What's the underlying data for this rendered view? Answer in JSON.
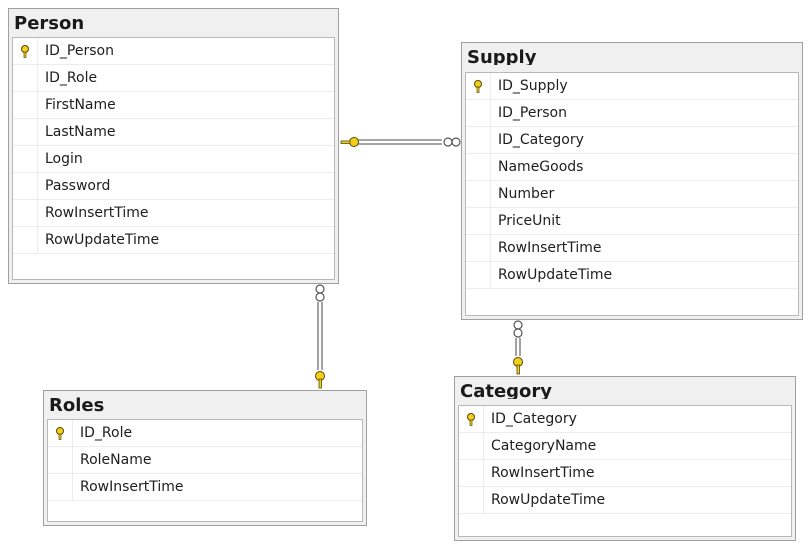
{
  "tables": {
    "person": {
      "title": "Person",
      "columns": [
        "ID_Person",
        "ID_Role",
        "FirstName",
        "LastName",
        "Login",
        "Password",
        "RowInsertTime",
        "RowUpdateTime"
      ],
      "primary_key": "ID_Person"
    },
    "supply": {
      "title": "Supply",
      "columns": [
        "ID_Supply",
        "ID_Person",
        "ID_Category",
        "NameGoods",
        "Number",
        "PriceUnit",
        "RowInsertTime",
        "RowUpdateTime"
      ],
      "primary_key": "ID_Supply"
    },
    "roles": {
      "title": "Roles",
      "columns": [
        "ID_Role",
        "RoleName",
        "RowInsertTime"
      ],
      "primary_key": "ID_Role"
    },
    "category": {
      "title": "Category",
      "columns": [
        "ID_Category",
        "CategoryName",
        "RowInsertTime",
        "RowUpdateTime"
      ],
      "primary_key": "ID_Category"
    }
  },
  "relationships": [
    {
      "from": "Person",
      "to": "Supply",
      "one_side": "Person",
      "many_side": "Supply"
    },
    {
      "from": "Roles",
      "to": "Person",
      "one_side": "Roles",
      "many_side": "Person"
    },
    {
      "from": "Category",
      "to": "Supply",
      "one_side": "Category",
      "many_side": "Supply"
    }
  ],
  "colors": {
    "key": "#f2d01a",
    "key_outline": "#5a4a00",
    "connector": "#707070"
  },
  "icons": {
    "primary_key": "key-icon",
    "one_end": "key-icon",
    "many_end": "infinity-icon"
  }
}
